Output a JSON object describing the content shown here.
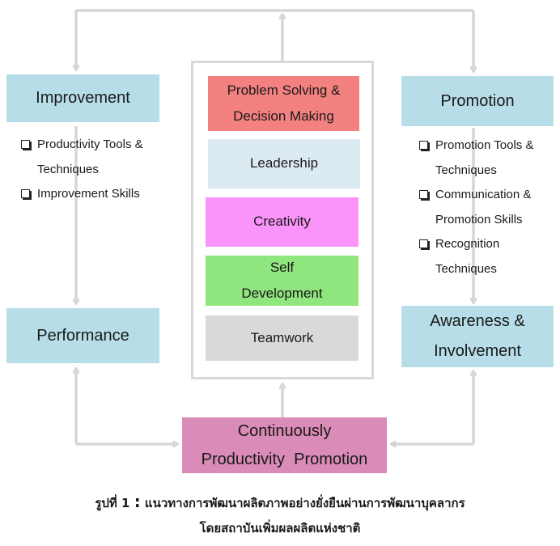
{
  "colors": {
    "arrow": "#d6d6d6",
    "side_box": "#b7dde8",
    "problem_solving": "#f2817f",
    "leadership": "#dcebf2",
    "creativity": "#fa93fa",
    "self_development": "#8fe57e",
    "teamwork": "#d9d9d9",
    "bottom_box": "#da8bb7"
  },
  "left": {
    "improvement": "Improvement",
    "improvement_items": [
      [
        "Productivity Tools &",
        "Techniques"
      ],
      [
        "Improvement Skills"
      ]
    ],
    "performance": "Performance"
  },
  "right": {
    "promotion": "Promotion",
    "promotion_items": [
      [
        "Promotion Tools &",
        "Techniques"
      ],
      [
        "Communication &",
        "Promotion Skills"
      ],
      [
        "Recognition",
        "Techniques"
      ]
    ],
    "awareness_line1": "Awareness &",
    "awareness_line2": "Involvement"
  },
  "center": {
    "problem_solving_line1": "Problem Solving &",
    "problem_solving_line2": "Decision Making",
    "leadership": "Leadership",
    "creativity": "Creativity",
    "self_development_line1": "Self",
    "self_development_line2": "Development",
    "teamwork": "Teamwork"
  },
  "bottom": {
    "line1": "Continuously",
    "line2": "Productivity  Promotion"
  },
  "caption": {
    "figure_label": "รูปที่ 1",
    "colon": ":",
    "line1_text": "แนวทางการพัฒนาผลิตภาพอย่างยั่งยืนผ่านการพัฒนาบุคลากร",
    "line2": "โดยสถาบันเพิ่มผลผลิตแห่งชาติ"
  }
}
